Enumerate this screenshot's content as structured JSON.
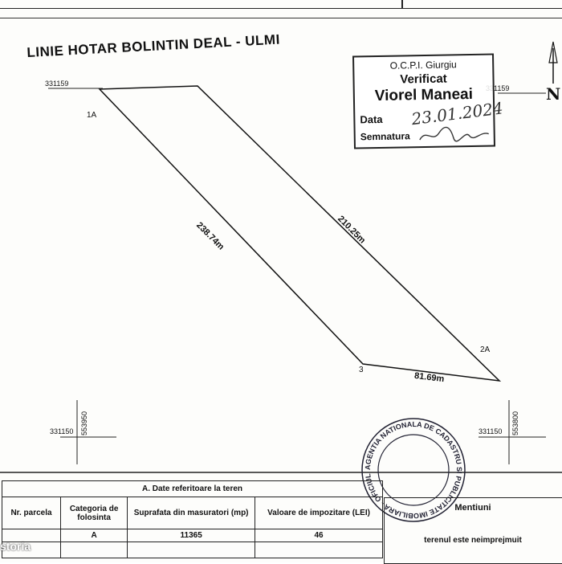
{
  "title": "LINIE HOTAR BOLINTIN DEAL - ULMI",
  "stamp": {
    "office": "O.C.P.I. Giurgiu",
    "verified": "Verificat",
    "name": "Viorel Maneai",
    "date_label": "Data",
    "date_value": "23.01.2024",
    "signature_label": "Semnatura"
  },
  "north_label": "N",
  "coordinates": {
    "top_left_y": "331159",
    "top_right_y": "331159",
    "bottom_left_y": "331150",
    "bottom_right_y": "331150",
    "left_x": "553950",
    "right_x": "553800"
  },
  "points": {
    "p1": "1A",
    "p2": "2A",
    "p3": "3"
  },
  "dimensions": {
    "d1": "238.74m",
    "d2": "210.25m",
    "d3": "81.69m"
  },
  "seal_text": "AGENTIA NATIONALA DE CADASTRU SI PUBLICITATE IMOBILIARA - OFICIUL DE CADASTRU SI PUBLICITATE IMOBILIARA GIURGIU",
  "table": {
    "caption": "A. Date referitoare la teren",
    "headers": {
      "parcel": "Nr. parcela",
      "category": "Categoria de folosinta",
      "area": "Suprafata din masuratori (mp)",
      "value": "Valoare de impozitare (LEI)",
      "notes": "Mentiuni"
    },
    "row": {
      "parcel": "",
      "category": "A",
      "area": "11365",
      "value": "46",
      "notes": "terenul este neimprejmuit"
    }
  },
  "watermark": "storia"
}
